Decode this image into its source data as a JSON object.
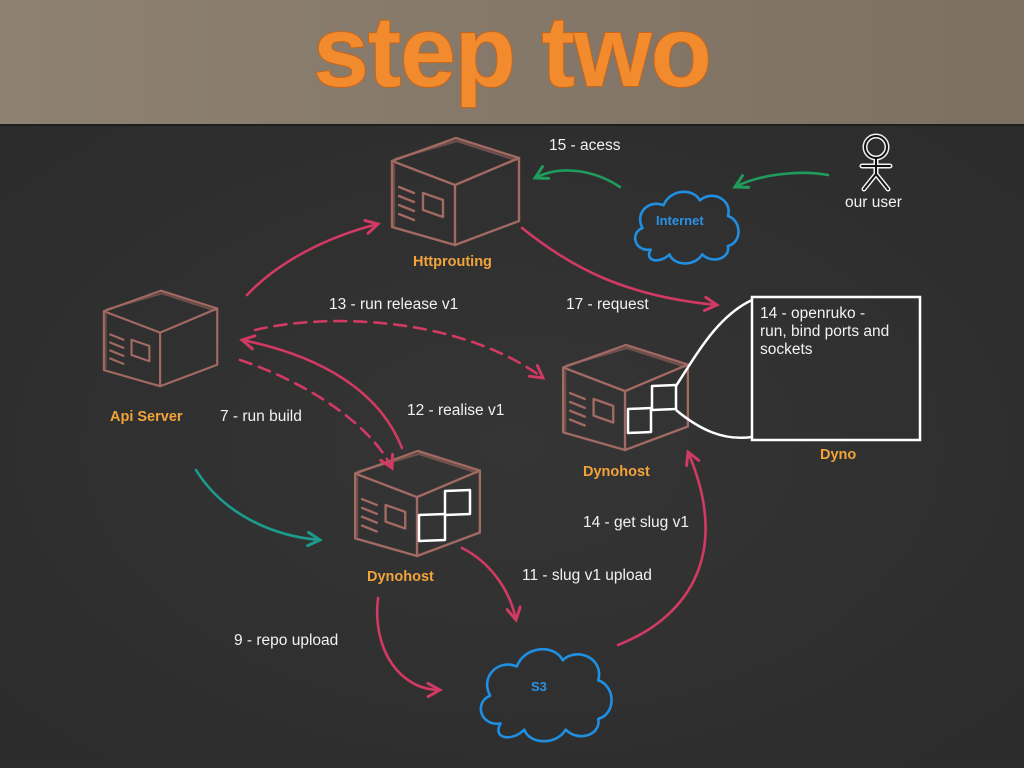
{
  "title": "step two",
  "colors": {
    "banner": "#85786a",
    "board": "#2f2f2f",
    "title": "#f28a2e",
    "node_label": "#f2a43a",
    "server_stroke": "#a26a62",
    "arrow_pink": "#d13a63",
    "arrow_green": "#1f9c5c",
    "arrow_teal": "#1b9c8e",
    "cloud": "#1f8fe2",
    "chalk": "#f2f2f2"
  },
  "nodes": {
    "httprouting": {
      "label": "Httprouting",
      "icon": "server-icon"
    },
    "api_server": {
      "label": "Api Server",
      "icon": "server-icon"
    },
    "dynohost_right": {
      "label": "Dynohost",
      "icon": "server-icon"
    },
    "dynohost_bottom": {
      "label": "Dynohost",
      "icon": "server-icon"
    },
    "dyno": {
      "label": "Dyno",
      "lines": [
        "14 - openruko -",
        "run, bind ports and",
        "sockets"
      ]
    },
    "internet": {
      "label": "Internet",
      "icon": "cloud-icon"
    },
    "s3": {
      "label": "S3",
      "icon": "cloud-icon"
    },
    "user": {
      "label": "our user",
      "icon": "user-icon"
    }
  },
  "edges": {
    "access": {
      "label": "15 - acess"
    },
    "run_release": {
      "label": "13 - run release v1"
    },
    "request": {
      "label": "17 - request"
    },
    "run_build": {
      "label": "7 - run build"
    },
    "realise": {
      "label": "12 - realise v1"
    },
    "get_slug": {
      "label": "14 - get slug v1"
    },
    "slug_upload": {
      "label": "11 - slug v1 upload"
    },
    "repo_upload": {
      "label": "9 - repo upload"
    }
  }
}
